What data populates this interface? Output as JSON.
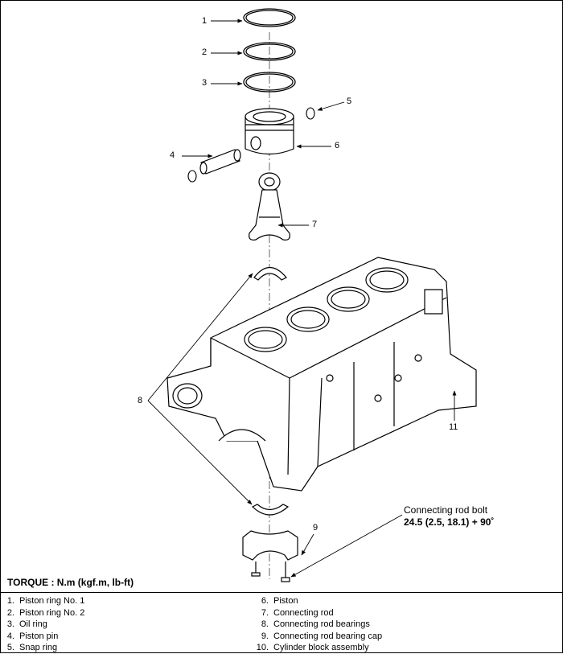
{
  "callouts": {
    "c1": "1",
    "c2": "2",
    "c3": "3",
    "c4": "4",
    "c5": "5",
    "c6": "6",
    "c7": "7",
    "c8": "8",
    "c9": "9",
    "c11": "11"
  },
  "torque": {
    "label": "TORQUE : N.m (kgf.m, lb-ft)"
  },
  "bolt_note": {
    "name": "Connecting rod bolt",
    "value": "24.5 (2.5, 18.1) + 90˚"
  },
  "legend_left": [
    {
      "num": "1.",
      "label": "Piston ring No. 1"
    },
    {
      "num": "2.",
      "label": "Piston ring No. 2"
    },
    {
      "num": "3.",
      "label": "Oil ring"
    },
    {
      "num": "4.",
      "label": "Piston pin"
    },
    {
      "num": "5.",
      "label": "Snap ring"
    }
  ],
  "legend_right": [
    {
      "num": "6.",
      "label": "Piston"
    },
    {
      "num": "7.",
      "label": "Connecting rod"
    },
    {
      "num": "8.",
      "label": "Connecting rod bearings"
    },
    {
      "num": "9.",
      "label": "Connecting rod bearing cap"
    },
    {
      "num": "10.",
      "label": "Cylinder block assembly"
    }
  ]
}
